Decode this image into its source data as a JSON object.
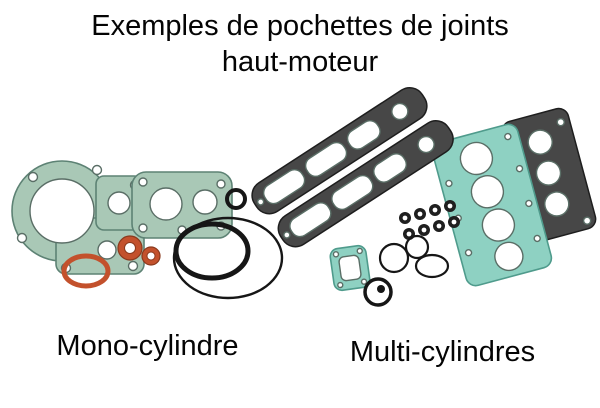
{
  "title": {
    "line1": "Exemples de pochettes de joints",
    "line2": "haut-moteur"
  },
  "captions": {
    "mono": "Mono-cylindre",
    "multi": "Multi-cylindres"
  },
  "colors": {
    "background": "#ffffff",
    "text": "#000000",
    "mono_gasket_green": "#a9c8b6",
    "multi_head_gasket_teal": "#8ed1c2",
    "o_ring_orange": "#c3512c",
    "cover_gasket_dark": "#474747",
    "o_ring_black": "#161616"
  }
}
